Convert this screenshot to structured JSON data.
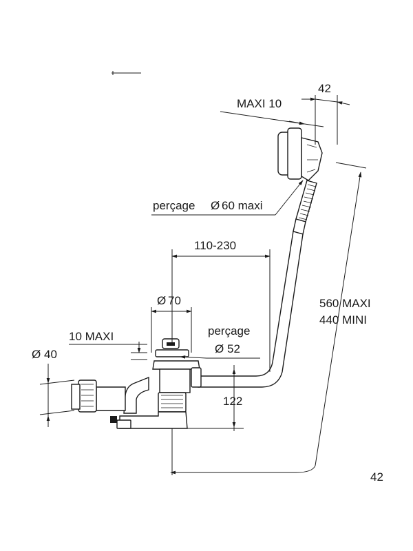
{
  "labels": {
    "dim_42_top": "42",
    "maxi_10": "MAXI 10",
    "percage_60_prefix": "perçage",
    "percage_60_symbol": "Ø",
    "percage_60_value": "60 maxi",
    "range_110_230": "110-230",
    "dia_70_symbol": "Ø",
    "dia_70_value": "70",
    "percage_52_word": "perçage",
    "dia_52_symbol": "Ø",
    "dia_52_value": "52",
    "max_10": "10 MAXI",
    "dia_40_symbol": "Ø",
    "dia_40_value": "40",
    "len_maxi": "560 MAXI",
    "len_mini": "440 MINI",
    "height_122": "122",
    "dim_42_bottom": "42"
  },
  "colors": {
    "line": "#1a1a1a",
    "background": "#ffffff"
  }
}
